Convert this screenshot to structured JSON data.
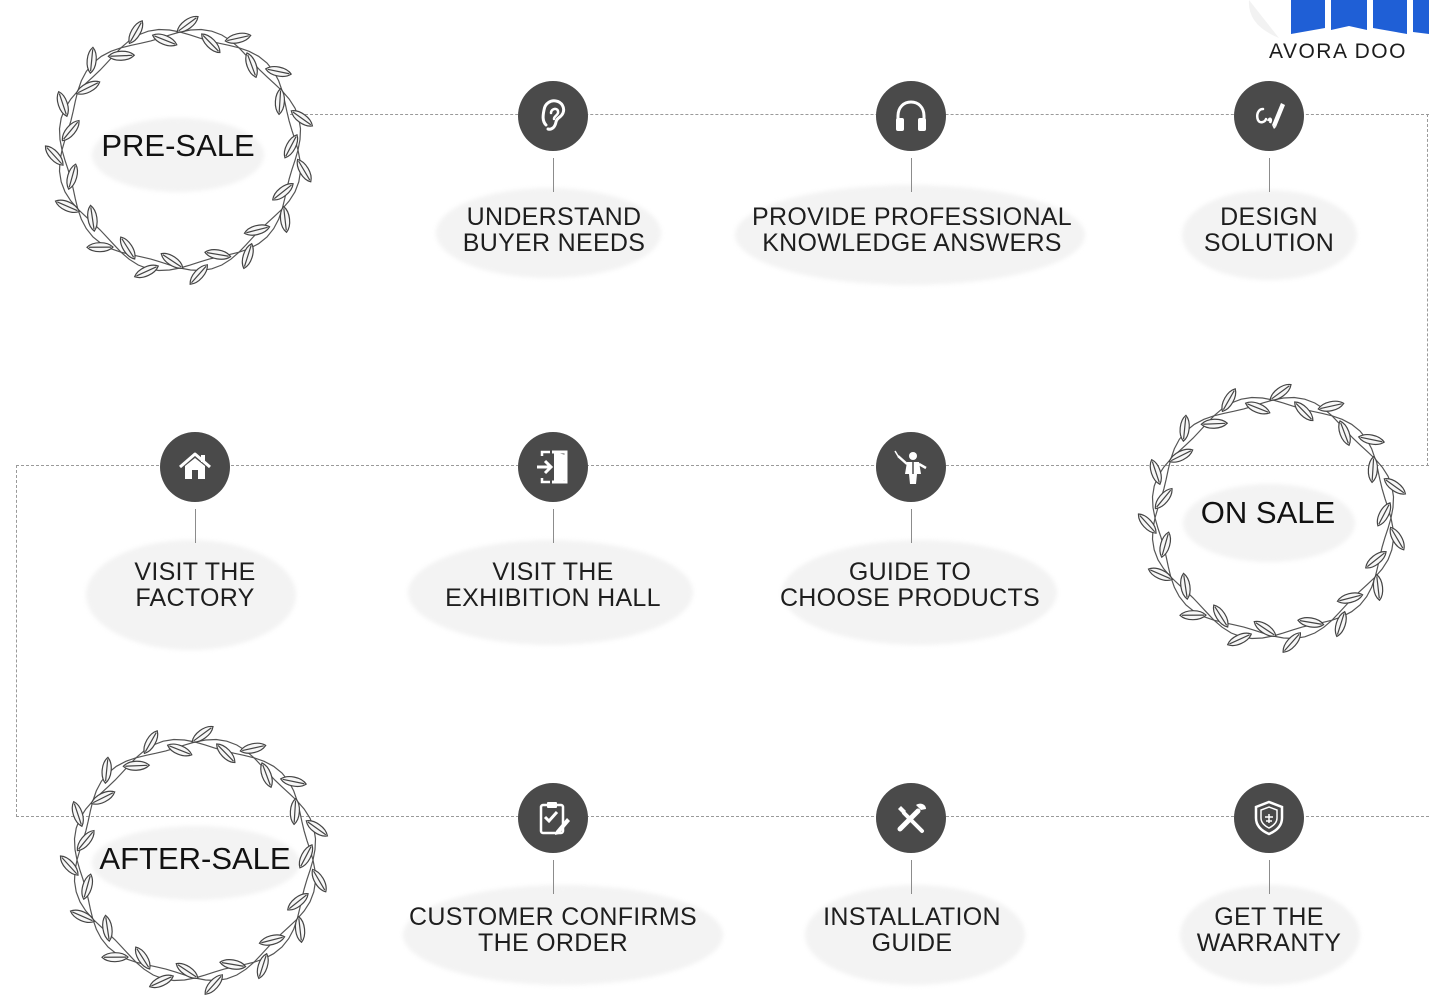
{
  "brand": {
    "logo_text": "AVORA DOO",
    "logo_color": "#1f5fd6"
  },
  "stages": {
    "pre_sale": "PRE-SALE",
    "on_sale": "ON SALE",
    "after_sale": "AFTER-SALE"
  },
  "steps": {
    "understand": {
      "line1": "UNDERSTAND",
      "line2": "BUYER NEEDS",
      "icon": "ear-icon"
    },
    "knowledge": {
      "line1": "PROVIDE PROFESSIONAL",
      "line2": "KNOWLEDGE ANSWERS",
      "icon": "headphones-icon"
    },
    "design": {
      "line1": "DESIGN",
      "line2": "SOLUTION",
      "icon": "pen-icon"
    },
    "factory": {
      "line1": "VISIT THE",
      "line2": "FACTORY",
      "icon": "house-icon"
    },
    "hall": {
      "line1": "VISIT THE",
      "line2": "EXHIBITION HALL",
      "icon": "door-enter-icon"
    },
    "guide": {
      "line1": "GUIDE TO",
      "line2": "CHOOSE PRODUCTS",
      "icon": "conductor-icon"
    },
    "confirm": {
      "line1": "CUSTOMER CONFIRMS",
      "line2": "THE ORDER",
      "icon": "clipboard-check-icon"
    },
    "install": {
      "line1": "INSTALLATION",
      "line2": "GUIDE",
      "icon": "tools-icon"
    },
    "warranty": {
      "line1": "GET THE",
      "line2": "WARRANTY",
      "icon": "shield-icon"
    }
  },
  "colors": {
    "icon_bg": "#4a4a4a",
    "line": "#9a9a9a",
    "text": "#1e1e1e"
  }
}
